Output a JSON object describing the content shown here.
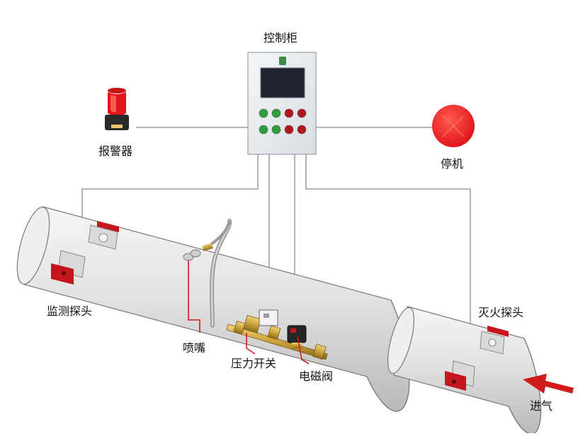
{
  "labels": {
    "control_cabinet": "控制柜",
    "alarm": "报警器",
    "shutdown": "停机",
    "monitor_probe": "监测探头",
    "extinguish_probe": "灭火探头",
    "nozzle": "喷嘴",
    "pressure_switch": "压力开关",
    "solenoid_valve": "电磁阀",
    "air_inlet": "进气"
  },
  "cabinet": {
    "indicator_lights": [
      {
        "row": 1,
        "color": "#2e9e3e"
      },
      {
        "row": 1,
        "color": "#2e9e3e"
      },
      {
        "row": 1,
        "color": "#b3151b"
      },
      {
        "row": 1,
        "color": "#b3151b"
      },
      {
        "row": 2,
        "color": "#2e9e3e"
      },
      {
        "row": 2,
        "color": "#2e9e3e"
      },
      {
        "row": 2,
        "color": "#b3151b"
      },
      {
        "row": 2,
        "color": "#b3151b"
      }
    ]
  },
  "colors": {
    "wire": "#8a8a8a",
    "pipe_body": "#dcdcdc",
    "probe_red": "#c4161c",
    "leader_red": "#d11a1a",
    "alarm_red": "#e2161a",
    "brass": "#c9a23a",
    "screen": "#1f2430"
  }
}
